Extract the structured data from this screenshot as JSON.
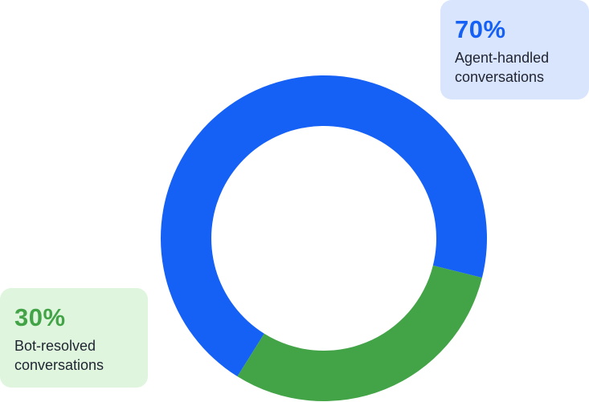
{
  "chart_data": {
    "type": "pie",
    "categories": [
      "Agent-handled conversations",
      "Bot-resolved conversations"
    ],
    "values": [
      70,
      30
    ],
    "unit": "%",
    "title": "",
    "colors": [
      "#1560f5",
      "#43a447"
    ]
  },
  "callouts": {
    "agent": {
      "percent": "70%",
      "label": "Agent-handled conversations",
      "color": "#1560f5",
      "bg": "#d9e4fd"
    },
    "bot": {
      "percent": "30%",
      "label": "Bot-resolved conversations",
      "color": "#43a447",
      "bg": "#dff5de"
    }
  }
}
